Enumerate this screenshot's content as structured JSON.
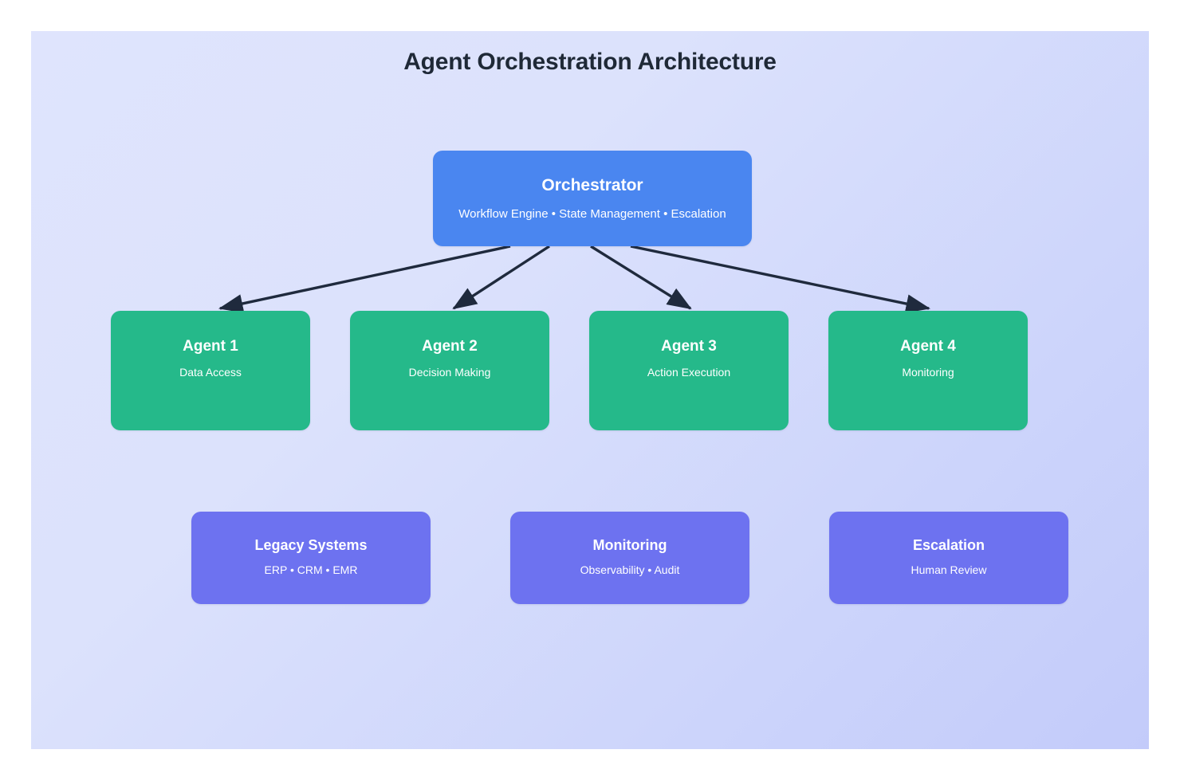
{
  "diagram": {
    "title": "Agent Orchestration Architecture",
    "background_start": "#dfe4fd",
    "background_end": "#c3cbfa"
  },
  "orchestrator": {
    "title": "Orchestrator",
    "subtitle": "Workflow Engine • State Management • Escalation",
    "color": "#4a86f0"
  },
  "agents": {
    "color": "#25b98a",
    "items": [
      {
        "title": "Agent 1",
        "subtitle": "Data Access"
      },
      {
        "title": "Agent 2",
        "subtitle": "Decision Making"
      },
      {
        "title": "Agent 3",
        "subtitle": "Action Execution"
      },
      {
        "title": "Agent 4",
        "subtitle": "Monitoring"
      }
    ]
  },
  "support": {
    "color": "#6d72f0",
    "items": [
      {
        "title": "Legacy Systems",
        "subtitle": "ERP • CRM • EMR"
      },
      {
        "title": "Monitoring",
        "subtitle": "Observability • Audit"
      },
      {
        "title": "Escalation",
        "subtitle": "Human Review"
      }
    ]
  },
  "edges": {
    "color": "#1f2a3d",
    "connections": [
      {
        "from": "Orchestrator",
        "to": "Agent 1"
      },
      {
        "from": "Orchestrator",
        "to": "Agent 2"
      },
      {
        "from": "Orchestrator",
        "to": "Agent 3"
      },
      {
        "from": "Orchestrator",
        "to": "Agent 4"
      }
    ]
  }
}
